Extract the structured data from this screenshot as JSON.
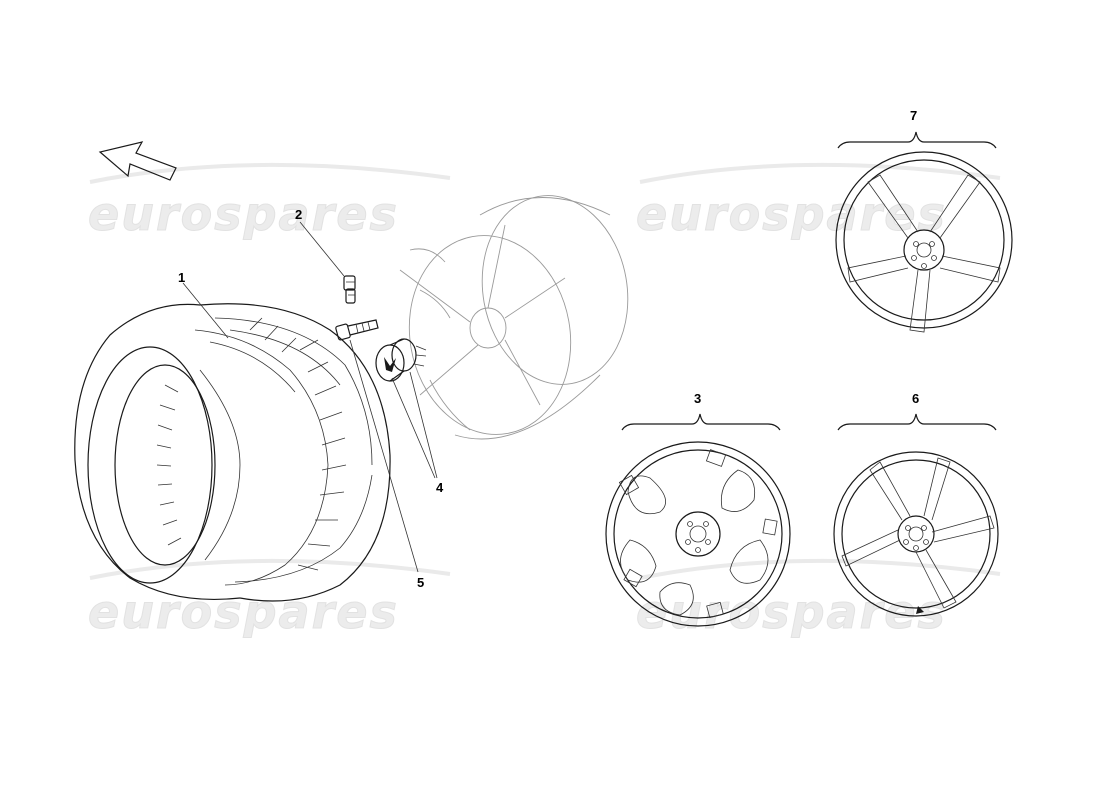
{
  "watermark": {
    "text": "eurospares"
  },
  "callouts": {
    "tyre": "1",
    "valve": "2",
    "wheel_a": "3",
    "centre_cap": "4",
    "wheel_bolt": "5",
    "wheel_b": "6",
    "wheel_c": "7"
  },
  "icons": {
    "direction": "arrow-icon"
  }
}
